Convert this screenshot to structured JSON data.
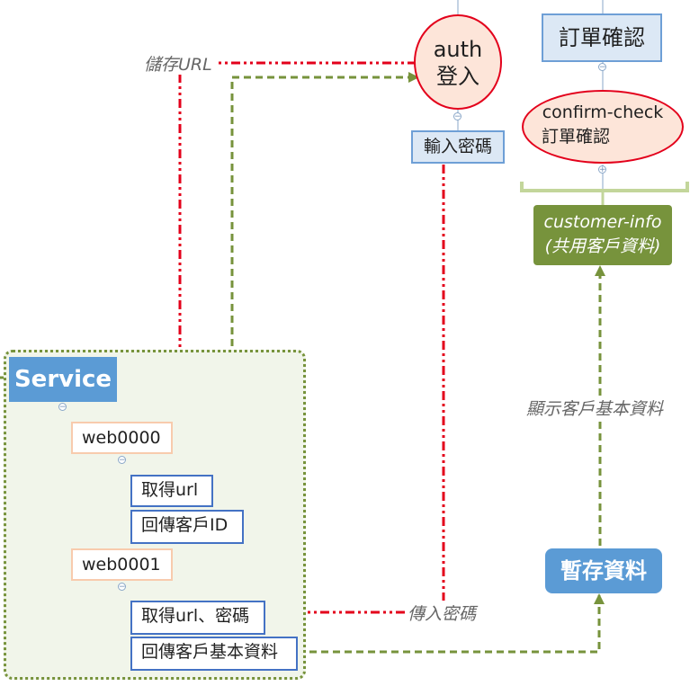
{
  "nodes": {
    "auth": {
      "line1": "auth",
      "line2": "登入"
    },
    "enter_password": "輸入密碼",
    "order_confirm": "訂單確認",
    "confirm_check": {
      "line1": "confirm-check",
      "line2": "訂單確認"
    },
    "customer_info": {
      "line1": "customer-info",
      "line2": "(共用客戶資料)"
    },
    "service": "Service",
    "web0000": "web0000",
    "get_url": "取得url",
    "return_customer_id": "回傳客戶ID",
    "web0001": "web0001",
    "get_url_password": "取得url、密碼",
    "return_customer_basic": "回傳客戶基本資料",
    "temp_save": "暫存資料"
  },
  "edge_labels": {
    "store_url": "儲存URL",
    "pass_password": "傳入密碼",
    "show_customer_basic": "顯示客戶基本資料"
  },
  "toggles": {
    "collapse": "−",
    "expand": "+"
  },
  "colors": {
    "red_dashdot": "#e3001b",
    "green_dash": "#77933c",
    "service_blue": "#5b9bd5",
    "node_border_blue": "#4472c4",
    "orange_border": "#f8cbad",
    "ellipse_fill": "#fde5d9",
    "group_fill": "#f1f5ea"
  }
}
